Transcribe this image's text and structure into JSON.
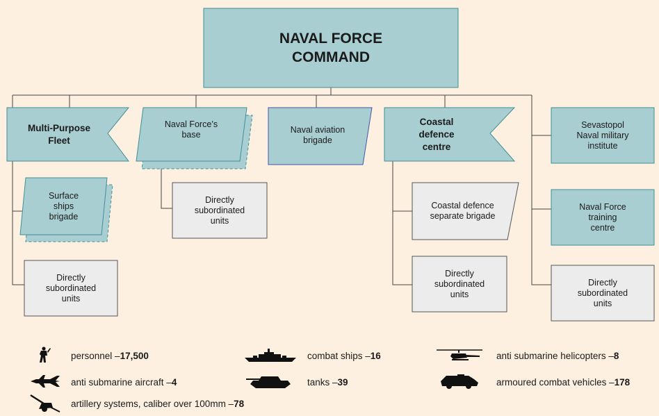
{
  "diagram": {
    "command": {
      "line1": "NAVAL FORCE",
      "line2": "COMMAND"
    },
    "multi_purpose_fleet": {
      "line1": "Multi-Purpose",
      "line2": "Fleet"
    },
    "naval_force_base": {
      "line1": "Naval Force’s",
      "line2": "base"
    },
    "naval_aviation": {
      "line1": "Naval aviation",
      "line2": "brigade"
    },
    "coastal_defence_centre": {
      "line1": "Coastal",
      "line2": "defence",
      "line3": "centre"
    },
    "sevastopol_institute": {
      "line1": "Sevastopol",
      "line2": "Naval military",
      "line3": "institute"
    },
    "surface_ships": {
      "line1": "Surface",
      "line2": "ships",
      "line3": "brigade"
    },
    "fleet_units": {
      "line1": "Directly",
      "line2": "subordinated",
      "line3": "units"
    },
    "base_units": {
      "line1": "Directly",
      "line2": "subordinated",
      "line3": "units"
    },
    "coastal_brigade": {
      "line1": "Coastal defence",
      "line2": "separate brigade"
    },
    "coastal_units": {
      "line1": "Directly",
      "line2": "subordinated",
      "line3": "units"
    },
    "training_centre": {
      "line1": "Naval Force",
      "line2": "training",
      "line3": "centre"
    },
    "command_units": {
      "line1": "Directly",
      "line2": "subordinated",
      "line3": "units"
    }
  },
  "legend": {
    "personnel": {
      "label": "personnel – ",
      "value": "17,500",
      "icon": "soldier-icon"
    },
    "combat_ships": {
      "label": "combat ships – ",
      "value": "16",
      "icon": "warship-icon"
    },
    "helicopters": {
      "label": "anti submarine helicopters – ",
      "value": "8",
      "icon": "helicopter-icon"
    },
    "aircraft": {
      "label": "anti submarine aircraft – ",
      "value": "4",
      "icon": "jet-icon"
    },
    "tanks": {
      "label": "tanks – ",
      "value": "39",
      "icon": "tank-icon"
    },
    "armoured": {
      "label": "armoured combat vehicles – ",
      "value": "178",
      "icon": "armoured-vehicle-icon"
    },
    "artillery": {
      "label": "artillery systems, caliber over 100mm – ",
      "value": "78",
      "icon": "artillery-icon"
    }
  },
  "colors": {
    "background": "#fdf0e0",
    "teal_fill": "#a8ced2",
    "teal_stroke": "#3f8f98",
    "grey_fill": "#ececec",
    "grey_stroke": "#555555",
    "aviation_stroke": "#3f57a8",
    "connector": "#444444"
  }
}
